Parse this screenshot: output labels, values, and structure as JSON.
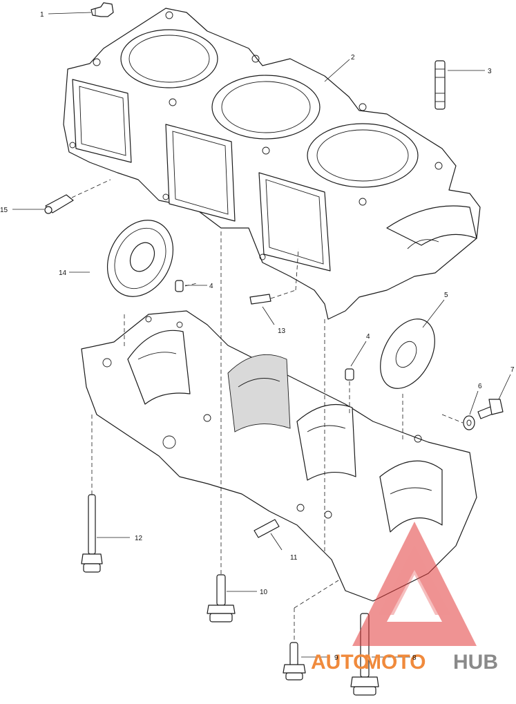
{
  "callouts": [
    {
      "id": "c1",
      "number": "1"
    },
    {
      "id": "c2",
      "number": "2"
    },
    {
      "id": "c3",
      "number": "3"
    },
    {
      "id": "c4a",
      "number": "4"
    },
    {
      "id": "c4b",
      "number": "4"
    },
    {
      "id": "c5",
      "number": "5"
    },
    {
      "id": "c6",
      "number": "6"
    },
    {
      "id": "c7",
      "number": "7"
    },
    {
      "id": "c8",
      "number": "8"
    },
    {
      "id": "c9",
      "number": "9"
    },
    {
      "id": "c10",
      "number": "10"
    },
    {
      "id": "c11",
      "number": "11"
    },
    {
      "id": "c12",
      "number": "12"
    },
    {
      "id": "c13",
      "number": "13"
    },
    {
      "id": "c14",
      "number": "14"
    },
    {
      "id": "c15",
      "number": "15"
    }
  ],
  "watermark": {
    "part_a": "AUTO",
    "part_b": "MOTO",
    "part_c": "HUB",
    "color_a": "#f08a3c",
    "color_b": "#f08a3c",
    "color_c": "#8a8a8a",
    "logo_color": "#e23b3b"
  }
}
